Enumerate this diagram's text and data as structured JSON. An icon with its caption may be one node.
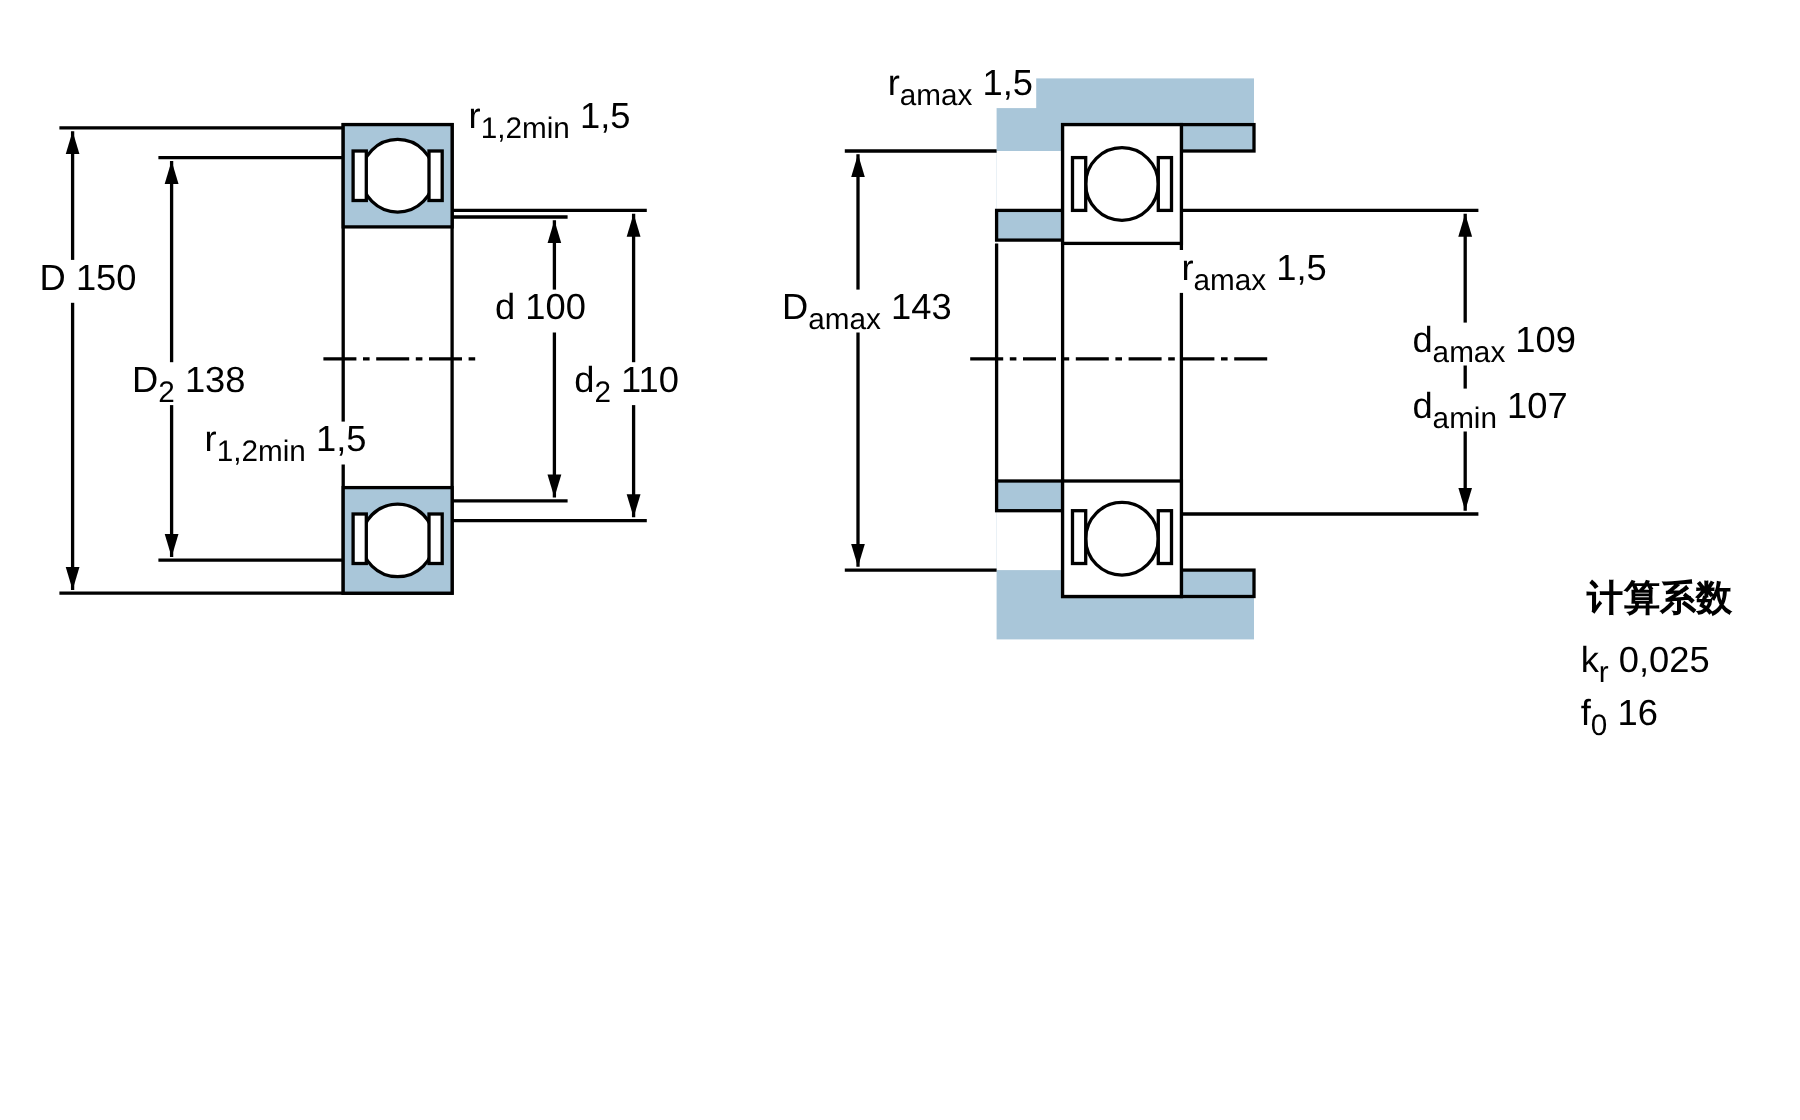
{
  "diagram": {
    "labels": [
      "r$_{1,2min}$ 1,5",
      "D 150",
      "D$_{2}$ 138",
      "d 100",
      "d$_{2}$ 110",
      "r$_{1,2min}$ 1,5",
      "r$_{amax}$ 1,5",
      "D$_{amax}$ 143",
      "r$_{amax}$ 1,5",
      "d$_{amax}$ 109",
      "d$_{amin}$ 107",
      "计算系数",
      "k$_{r}$ 0,025",
      "f$_{0}$ 16"
    ]
  }
}
